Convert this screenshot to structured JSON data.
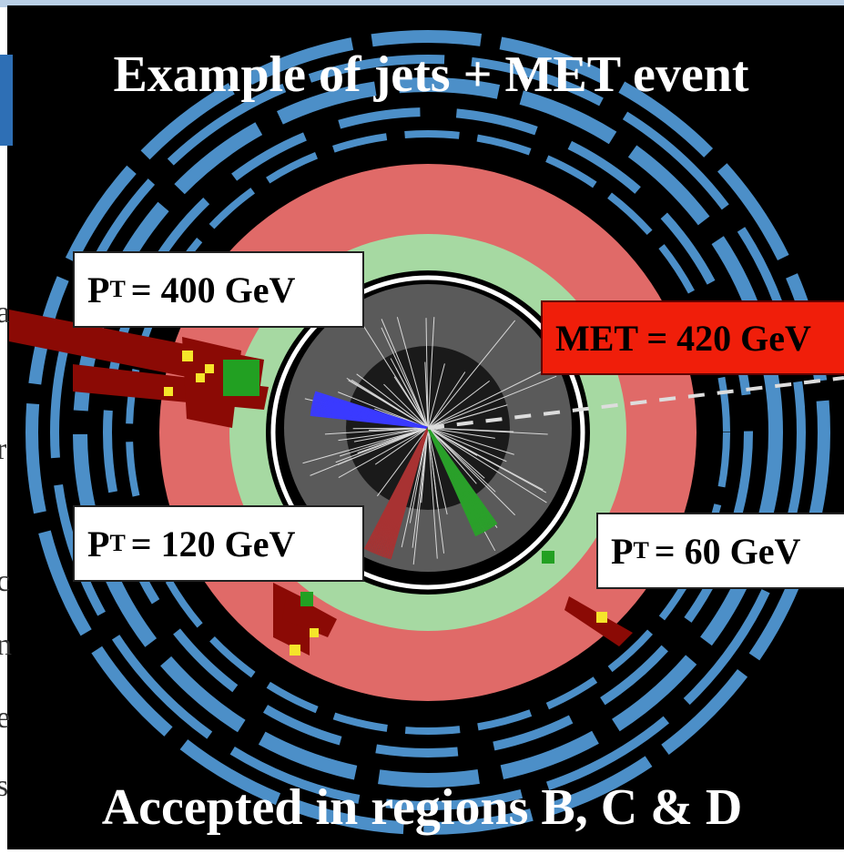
{
  "title": "Example of jets + MET event",
  "footer": "Accepted in regions B, C & D",
  "jets": [
    {
      "pt_prefix": "P",
      "pt_sub": "T",
      "pt_text": "= 400 GeV"
    },
    {
      "pt_prefix": "P",
      "pt_sub": "T",
      "pt_text": "= 120 GeV"
    },
    {
      "pt_prefix": "P",
      "pt_sub": "T",
      "pt_text": "= 60 GeV"
    }
  ],
  "met_label": "MET = 420 GeV",
  "colors": {
    "background": "#000000",
    "muon_rings": "#4c8fc8",
    "hadronic_calorimeter": "#e06a68",
    "em_calorimeter": "#a6d9a2",
    "tracker": "#5a5a5a",
    "jet_towers": "#8b0a05",
    "tracks_blue": "#3a3aff",
    "tracks_red": "#a83232",
    "tracks_green": "#2aa02a",
    "met_box": "#f01e0a"
  },
  "edge_glyphs": [
    "a",
    "r",
    "c",
    "n",
    "e",
    "s"
  ]
}
